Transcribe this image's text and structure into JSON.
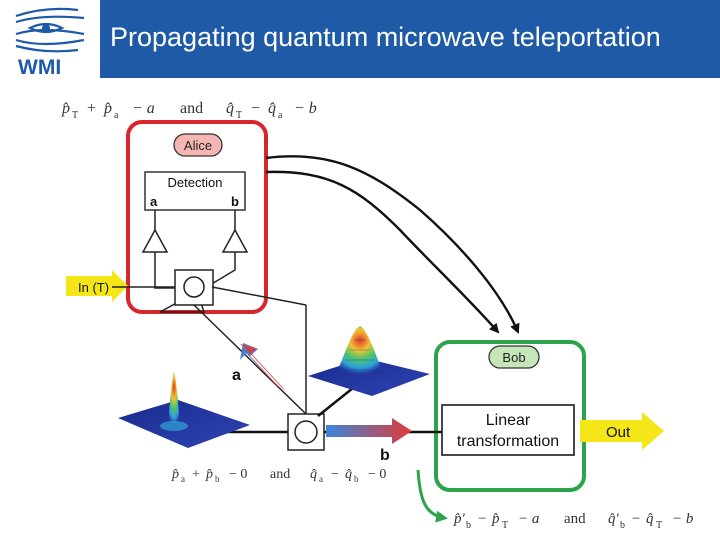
{
  "logo": {
    "text": "WMI",
    "name": "wmi-logo"
  },
  "title": "Propagating quantum microwave teleportation",
  "diagram": {
    "equation_top": {
      "term1": "p̂",
      "sub1": "T",
      "plus": "+",
      "term2": "p̂",
      "sub2": "a",
      "rhs": "− a",
      "and": "and",
      "term3": "q̂",
      "sub3": "T",
      "minus": "−",
      "term4": "q̂",
      "sub4": "a",
      "rhs2": "− b"
    },
    "alice_label": "Alice",
    "detection_label": "Detection",
    "port_a": "a",
    "port_b": "b",
    "input_label": "In (T)",
    "arrow_a_label": "a",
    "arrow_b_label": "b",
    "bob_label": "Bob",
    "linear_line1": "Linear",
    "linear_line2": "transformation",
    "output_label": "Out",
    "equation_mid": {
      "term1": "p̂",
      "sub1": "a",
      "plus": "+",
      "term2": "p̂",
      "sub2": "b",
      "rhs": "− 0",
      "and": "and",
      "term3": "q̂",
      "sub3": "a",
      "minus": "−",
      "term4": "q̂",
      "sub4": "b",
      "rhs2": "− 0"
    },
    "equation_bottom": {
      "term1": "p̂′",
      "sub1": "b",
      "minus": "−",
      "term2": "p̂",
      "sub2": "T",
      "rhs": "− a",
      "and": "and",
      "term3": "q̂′",
      "sub3": "b",
      "minus2": "−",
      "term4": "q̂",
      "sub4": "T",
      "rhs2": "− b"
    }
  },
  "colors": {
    "title_bar": "#1f5aa6",
    "alice_box": "#d9262b",
    "bob_box": "#2ca44b",
    "alice_label_bg": "#f5b6b3",
    "bob_label_bg": "#c4e6b9",
    "io_arrow": "#f5e617",
    "logo": "#1f5aa6"
  }
}
